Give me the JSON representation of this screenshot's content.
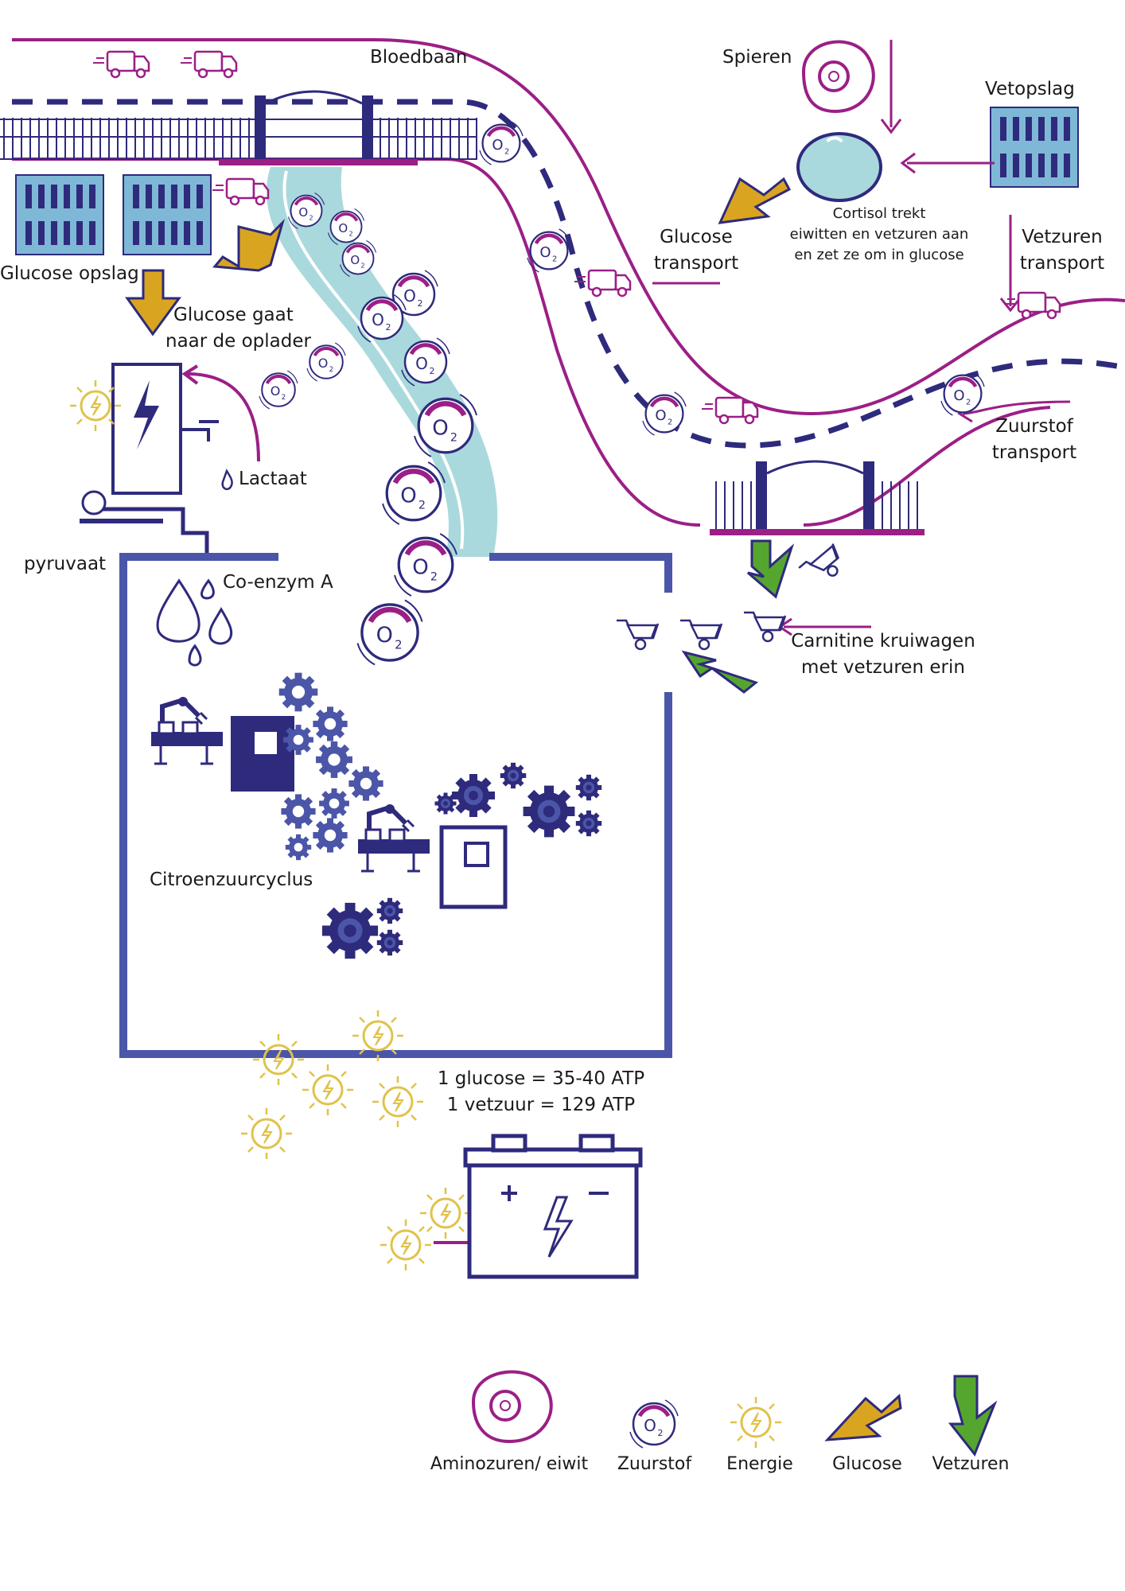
{
  "labels": {
    "bloedbaan": "Bloedbaan",
    "spieren": "Spieren",
    "vetopslag": "Vetopslag",
    "glucose_opslag": "Glucose opslag",
    "glucose_gaat": "Glucose gaat",
    "naar_oplader": "naar de oplader",
    "lactaat": "Lactaat",
    "pyruvaat": "pyruvaat",
    "co_enzym": "Co-enzym A",
    "glucose_transport_1": "Glucose",
    "glucose_transport_2": "transport",
    "cortisol_1": "Cortisol trekt",
    "cortisol_2": "eiwitten en vetzuren aan",
    "cortisol_3": "en zet ze om in glucose",
    "vetzuren_transport_1": "Vetzuren",
    "vetzuren_transport_2": "transport",
    "zuurstof_transport_1": "Zuurstof",
    "zuurstof_transport_2": "transport",
    "carnitine_1": "Carnitine kruiwagen",
    "carnitine_2": "met vetzuren erin",
    "citroenzuurcyclus": "Citroenzuurcyclus",
    "atp_glucose": "1 glucose = 35-40 ATP",
    "atp_vetzuur": "1 vetzuur = 129 ATP",
    "o2": "O2"
  },
  "legend": [
    {
      "label": "Aminozuren/ eiwit",
      "icon": "egg-icon"
    },
    {
      "label": "Zuurstof",
      "icon": "oxygen-bubble-icon"
    },
    {
      "label": "Energie",
      "icon": "energy-sun-icon"
    },
    {
      "label": "Glucose",
      "icon": "glucose-arrow-icon"
    },
    {
      "label": "Vetzuren",
      "icon": "fatty-acid-arrow-icon"
    }
  ],
  "colors": {
    "navy": "#2e2a7c",
    "magenta": "#9b1f86",
    "teal": "#a9d9dc",
    "gold": "#d9a520",
    "green": "#55a62f",
    "sun": "#e0c24a",
    "box": "#4b56a8"
  }
}
